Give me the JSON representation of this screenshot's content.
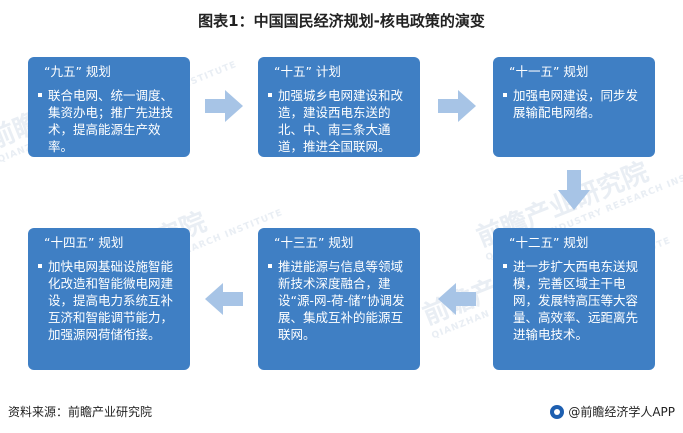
{
  "title": "图表1：中国国民经济规划-核电政策的演变",
  "watermark": {
    "text": "前瞻产业研究院",
    "sub": "QIANZHAN INDUSTRY RESEARCH INSTITUTE"
  },
  "plans": [
    {
      "title": "“九五” 规划",
      "body": "联合电网、统一调度、集资办电；推广先进技术，提高能源生产效率。"
    },
    {
      "title": "“十五” 计划",
      "body": "加强城乡电网建设和改造，建设西电东送的北、中、南三条大通道，推进全国联网。"
    },
    {
      "title": "“十一五” 规划",
      "body": "加强电网建设，同步发展输配电网络。"
    },
    {
      "title": "“十二五” 规划",
      "body": "进一步扩大西电东送规模，完善区域主干电网，发展特高压等大容量、高效率、远距离先进输电技术。"
    },
    {
      "title": "“十三五” 规划",
      "body": "推进能源与信息等领域新技术深度融合，建设“源-网-荷-储”协调发展、集成互补的能源互联网。"
    },
    {
      "title": "“十四五” 规划",
      "body": "加快电网基础设施智能化改造和智能微电网建设，提高电力系统互补互济和智能调节能力，加强源网荷储衔接。"
    }
  ],
  "footer": {
    "source": "资料来源：前瞻产业研究院",
    "brand": "@前瞻经济学人APP"
  },
  "colors": {
    "box": "#3f7fc4",
    "arrow": "#a7c4e6"
  }
}
